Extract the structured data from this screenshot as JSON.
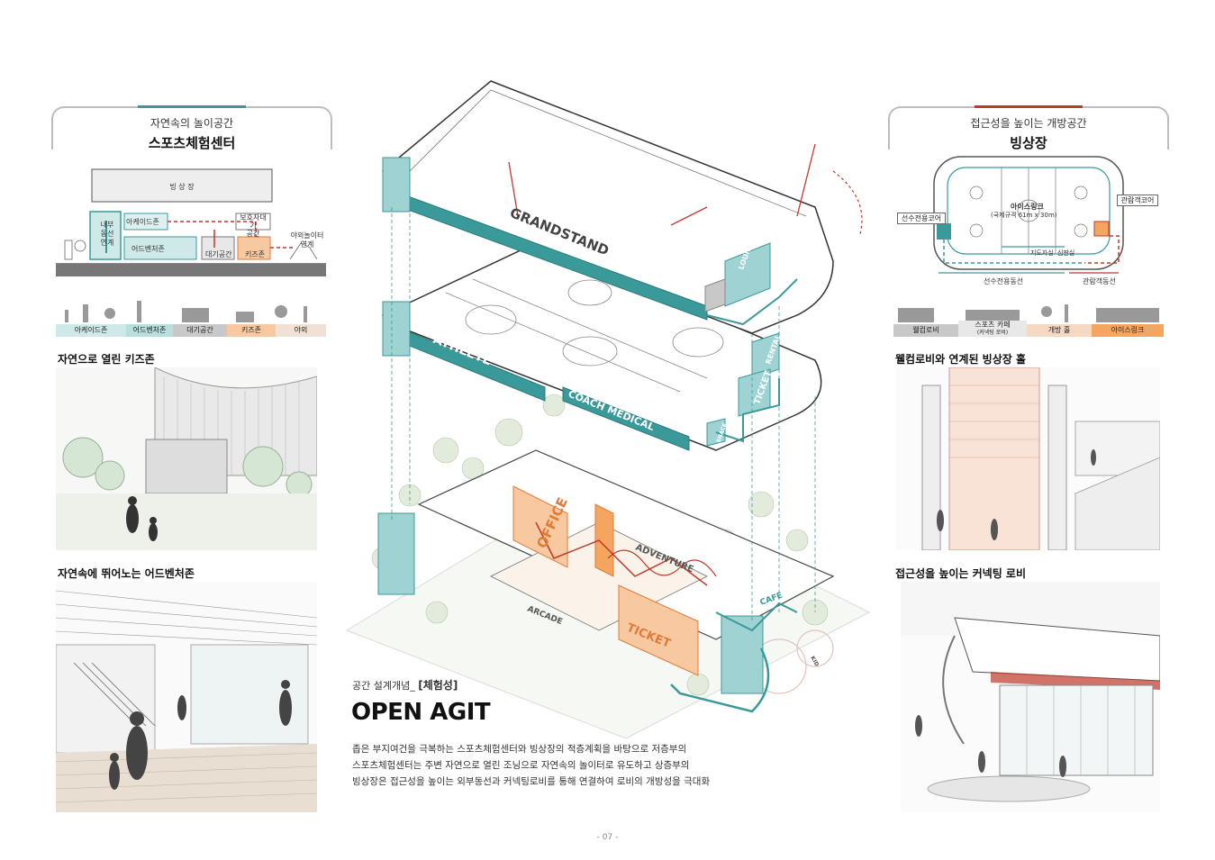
{
  "left_panel": {
    "subtitle": "자연속의 놀이공간",
    "title": "스포츠체험센터",
    "section_diagram": {
      "top_room": "빙 상 장",
      "inner_flow": "내부\n동선\n연계",
      "arcade": "아케이드존",
      "adventure": "어드벤처존",
      "waiting": "대기공간",
      "kids": "키즈존",
      "guardian": "보호자대기\n공간",
      "outdoor": "야외놀이터\n연계"
    },
    "zone_bar": [
      "아케이드존",
      "어드벤처존",
      "대기공간",
      "키즈존",
      "야외"
    ],
    "caption_1": "자연으로 열린 키즈존",
    "caption_2": "자연속에 뛰어노는 어드벤처존"
  },
  "right_panel": {
    "subtitle": "접근성을 높이는 개방공간",
    "title": "빙상장",
    "plan": {
      "rink": "아이스링크",
      "rink_size": "(국제규격 61m x 30m)",
      "player_core": "선수전용코어",
      "spectator_core": "관람객코어",
      "coach": "지도자실",
      "referee": "심판실",
      "player_route": "선수전용동선",
      "spectator_route": "관람객동선"
    },
    "zone_bar": [
      "웰컴로비",
      "스포츠 카페",
      "(커넥팅 로비)",
      "개방 홀",
      "아이스링크"
    ],
    "caption_1": "웰컴로비와 연계된 빙상장 홀",
    "caption_2": "접근성을 높이는 커넥팅 로비"
  },
  "center": {
    "labels": {
      "grandstand": "GRANDSTAND",
      "lounge": "LOUNGE",
      "athlete": "ATHLETE",
      "coach_medical": "COACH MEDICAL",
      "rental": "RENTAL",
      "ticket_upper": "TICKET",
      "snack": "SNACK",
      "office": "OFFICE",
      "adventure": "ADVENTURE",
      "arcade": "ARCADE",
      "ticket_lower": "TICKET",
      "cafe": "CAFE",
      "kid": "KID"
    }
  },
  "concept": {
    "kicker": "공간 설계개념_",
    "kicker_bold": "[체험성]",
    "headline": "OPEN AGIT",
    "lines": [
      "좁은 부지여건을 극복하는 스포츠체험센터와 빙상장의 적층계획을 바탕으로 저층부의",
      "스포츠체험센터는 주변 자연으로 열린 조닝으로 자연속의 놀이터로 유도하고 상층부의",
      "빙상장은 접근성을 높이는 외부동선과 커넥팅로비를 통해 연결하여 로비의 개방성을 극대화"
    ]
  },
  "page_number": "- 07 -",
  "colors": {
    "teal": "#3a9a9a",
    "teal_light": "#9fd3d3",
    "orange": "#f4a661",
    "red": "#c0392b",
    "gray": "#bdbdbd"
  }
}
